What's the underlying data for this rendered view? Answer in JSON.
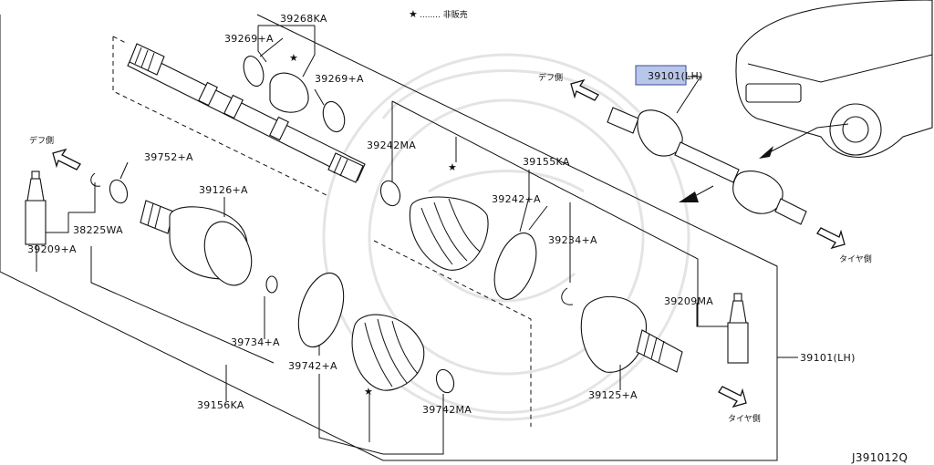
{
  "legend": {
    "mark": "★",
    "text": "........ 非販売"
  },
  "labels": {
    "p39268ka": "39268KA",
    "p39269a_1": "39269+A",
    "p39269a_2": "39269+A",
    "p39242ma": "39242MA",
    "p39155ka": "39155KA",
    "p39242a": "39242+A",
    "p39234a": "39234+A",
    "p39752a": "39752+A",
    "p39126a": "39126+A",
    "p38225wa": "38225WA",
    "p39209a": "39209+A",
    "p39734a": "39734+A",
    "p39742a": "39742+A",
    "p39156ka": "39156KA",
    "p39742ma": "39742MA",
    "p39209ma": "39209MA",
    "p39125a": "39125+A",
    "p39101lh_right": "39101(LH)",
    "p39101lh_top": "39101(LH)"
  },
  "directions": {
    "diff_top": "デフ側",
    "diff_left": "デフ側",
    "tire_right": "タイヤ側",
    "tire_bottom": "タイヤ側"
  },
  "stars": [
    "★",
    "★",
    "★"
  ],
  "diagram_code": "J391012Q",
  "colors": {
    "highlight": "#b8c6ea",
    "line": "#111111",
    "watermark": "#e4e4e4"
  }
}
